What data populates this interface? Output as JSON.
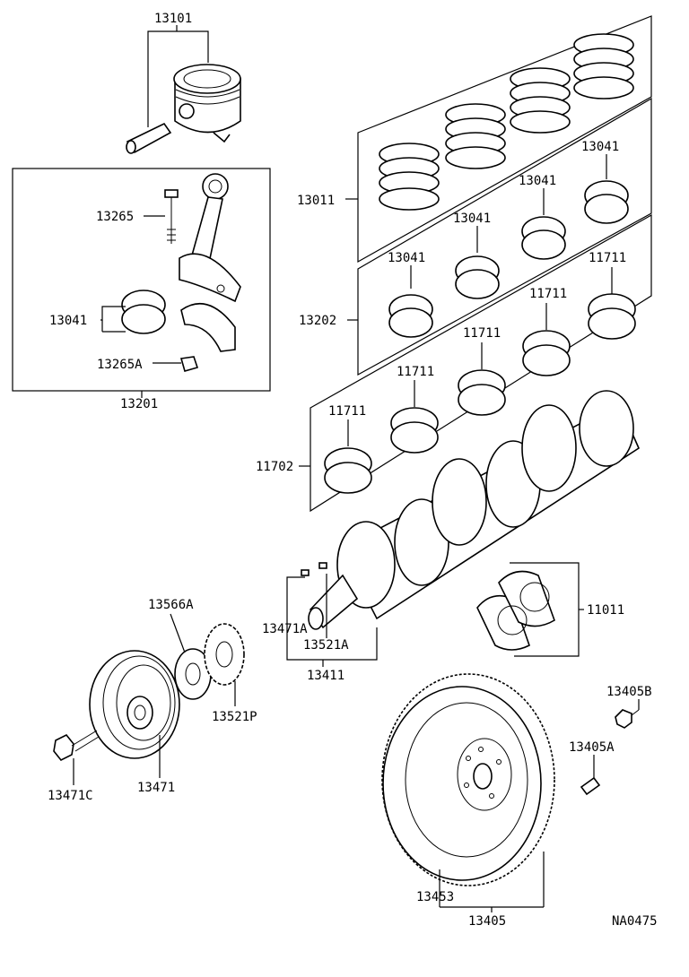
{
  "labels": {
    "piston_assy": "13101",
    "piston_rings_set": "13011",
    "rod_bolt": "13265",
    "rod_bearing": "13041",
    "rod_nut": "13265A",
    "connecting_rod_assy": "13201",
    "rod_bearing_set": "13202",
    "main_bearing": "11711",
    "main_bearing_set": "11702",
    "thrust_washer_set": "11011",
    "crank_key": "13471A",
    "crank_gear_key": "13521A",
    "crankshaft": "13411",
    "gear_washer": "13566A",
    "crank_timing_pulley": "13521P",
    "crank_pulley": "13471",
    "pulley_bolt": "13471C",
    "flywheel_bolt": "13405B",
    "flywheel_pin": "13405A",
    "ring_gear": "13453",
    "flywheel_assy": "13405",
    "diagram_code": "NA0475"
  }
}
